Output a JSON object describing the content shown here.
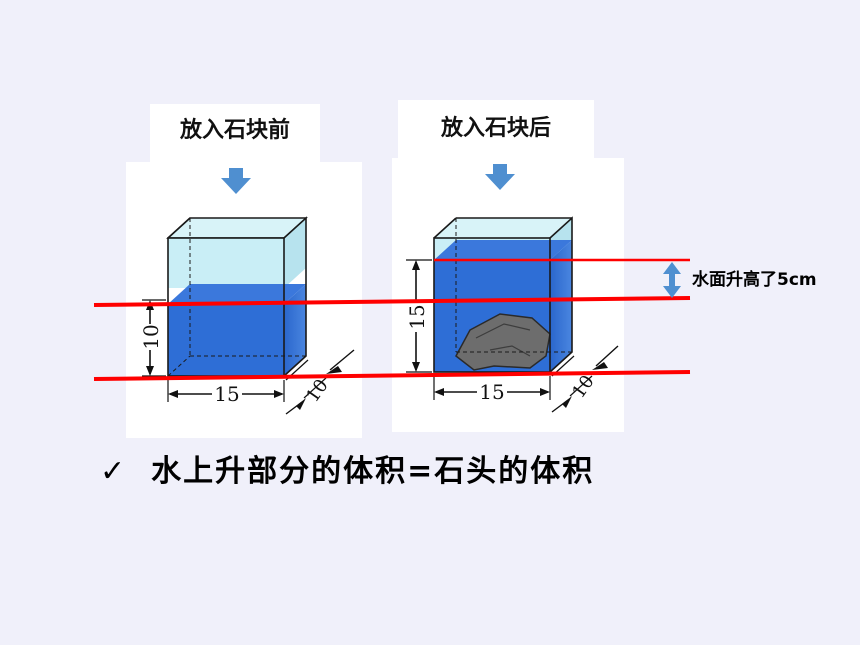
{
  "before": {
    "title": "放入石块前",
    "height_label": "10",
    "width_label": "15",
    "depth_label": "10"
  },
  "after": {
    "title": "放入石块后",
    "height_label": "15",
    "width_label": "15",
    "depth_label": "10"
  },
  "annotation": {
    "rise_text": "水面升高了5cm"
  },
  "conclusion": {
    "check": "✓",
    "text": "水上升部分的体积=石头的体积"
  },
  "colors": {
    "water": "#2e6ed6",
    "tank_edge": "#1a1a1a",
    "tank_glass": "#c9eef6",
    "red_line": "#ff0000",
    "arrow": "#4f8fd0",
    "panel_bg": "#ffffff"
  }
}
